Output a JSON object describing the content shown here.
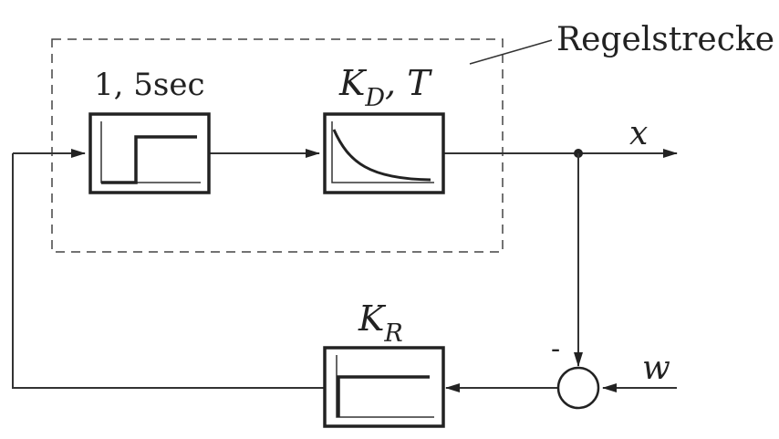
{
  "labels": {
    "plant_region": "Regelstrecke",
    "delay_block": "1, 5sec",
    "lag_block_main": "K",
    "lag_block_sub": "D",
    "lag_block_tail": ", T",
    "controller_main": "K",
    "controller_sub": "R",
    "output": "x",
    "reference": "w",
    "minus_sign": "-"
  },
  "colors": {
    "line": "#333333",
    "box_stroke": "#222222",
    "background": "#ffffff"
  },
  "icons": {
    "delay_block": "step-response-icon",
    "lag_block": "exponential-decay-icon",
    "controller_block": "step-icon"
  }
}
